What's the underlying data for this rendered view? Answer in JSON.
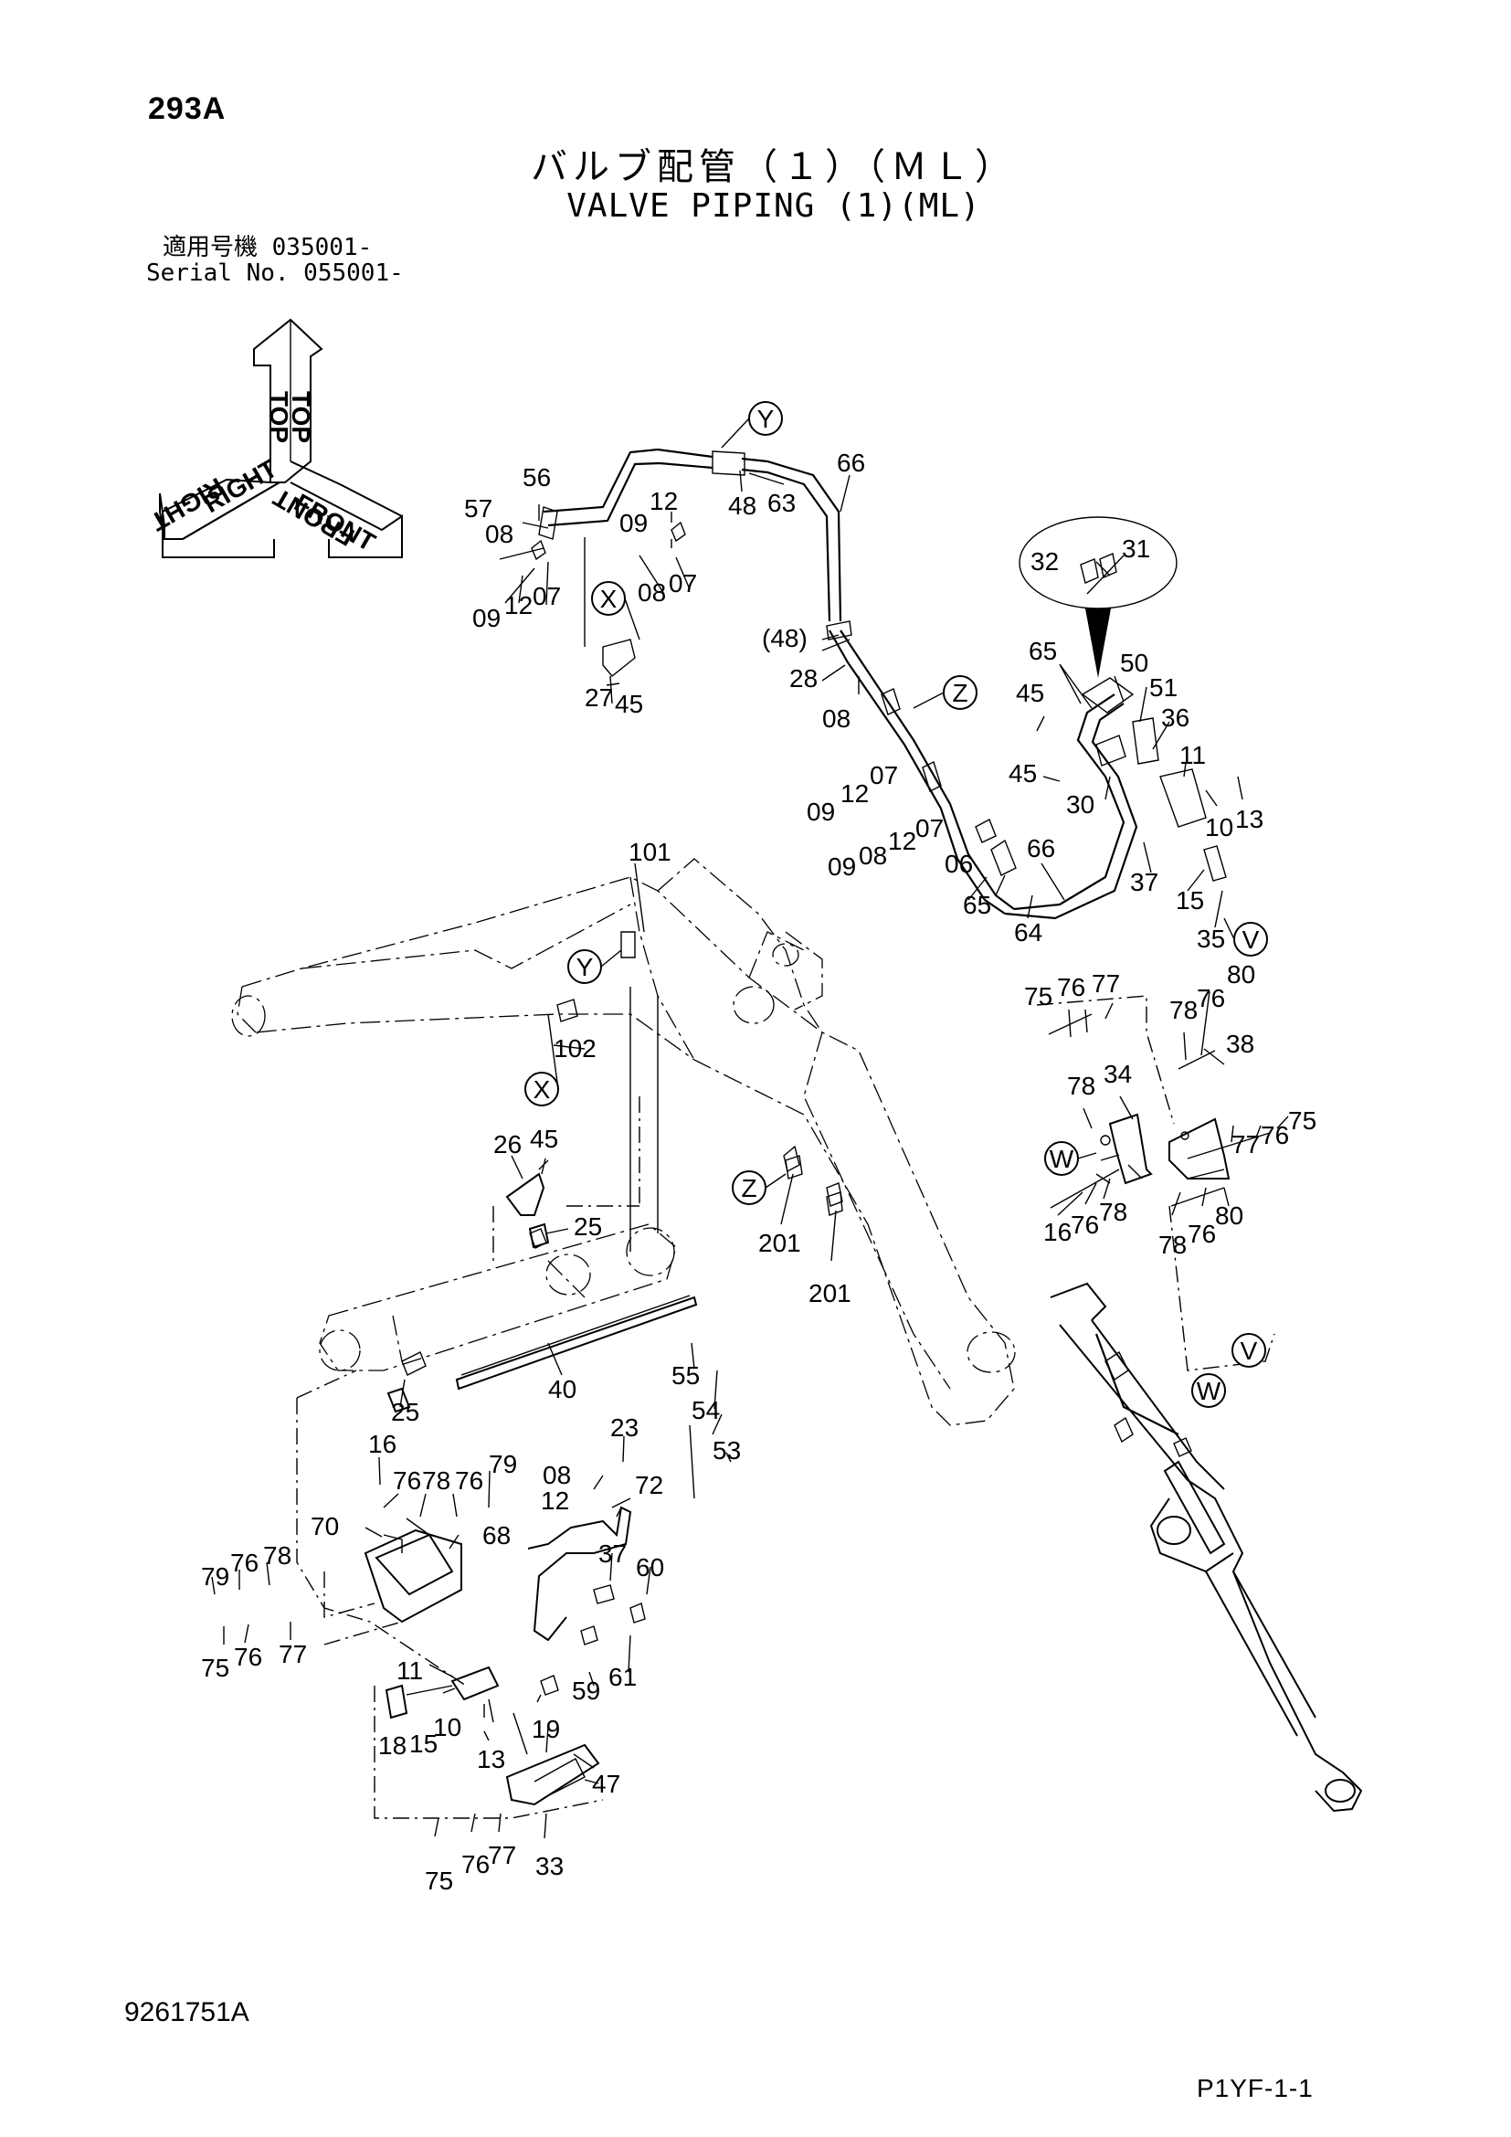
{
  "header": {
    "page_id": "293A",
    "title_jp": "バルブ配管（１）（ＭＬ）",
    "title_en": "VALVE PIPING (1)(ML)",
    "serial_line_1": "適用号機  035001-",
    "serial_line_2": "Serial No. 055001-"
  },
  "orientation": {
    "top_label": "TOP",
    "right_label": "RIGHT",
    "front_label": "FRONT"
  },
  "view_markers": {
    "y_top": "Y",
    "x_top": "X",
    "z_top": "Z",
    "v_top": "V",
    "w_mid": "W",
    "y_boom": "Y",
    "x_boom": "X",
    "z_boom": "Z",
    "v_arm": "V",
    "w_arm": "W"
  },
  "callouts": {
    "c56": "56",
    "c57": "57",
    "c08a": "08",
    "c09a": "09",
    "c12a": "12",
    "c07a": "07",
    "c09b": "09",
    "c12b": "12",
    "c08b": "08",
    "c07b": "07",
    "c27": "27",
    "c45a": "45",
    "c48": "48",
    "c63": "63",
    "c66a": "66",
    "c48p": "(48)",
    "c28": "28",
    "c32": "32",
    "c31": "31",
    "c65a": "65",
    "c50": "50",
    "c45b": "45",
    "c51": "51",
    "c36": "36",
    "c45c": "45",
    "c11a": "11",
    "c30": "30",
    "c10a": "10",
    "c13a": "13",
    "c08c": "08",
    "c09c": "09",
    "c12c": "12",
    "c07c": "07",
    "c09d": "09",
    "c08d": "08",
    "c12d": "12",
    "c07d": "07",
    "c06": "06",
    "c65b": "65",
    "c66b": "66",
    "c37a": "37",
    "c64": "64",
    "c15a": "15",
    "c35": "35",
    "c101": "101",
    "c102": "102",
    "c75a": "75",
    "c76a": "76",
    "c77a": "77",
    "c78a": "78",
    "c76b": "76",
    "c80a": "80",
    "c38": "38",
    "c78b": "78",
    "c34": "34",
    "c77b": "77",
    "c76c": "76",
    "c75b": "75",
    "c16a": "16",
    "c76d": "76",
    "c78c": "78",
    "c78d": "78",
    "c76e": "76",
    "c80b": "80",
    "c26": "26",
    "c45d": "45",
    "c25a": "25",
    "c201a": "201",
    "c201b": "201",
    "c25b": "25",
    "c40": "40",
    "c55": "55",
    "c54": "54",
    "c53": "53",
    "c16b": "16",
    "c76f": "76",
    "c78e": "78",
    "c76g": "76",
    "c79a": "79",
    "c70": "70",
    "c68": "68",
    "c79b": "79",
    "c76h": "76",
    "c78f": "78",
    "c75c": "75",
    "c76i": "76",
    "c77c": "77",
    "c23": "23",
    "c08e": "08",
    "c72": "72",
    "c12e": "12",
    "c37b": "37",
    "c60": "60",
    "c11b": "11",
    "c59": "59",
    "c61": "61",
    "c18": "18",
    "c15b": "15",
    "c10b": "10",
    "c19": "19",
    "c13b": "13",
    "c47": "47",
    "c75d": "75",
    "c76j": "76",
    "c77d": "77",
    "c33": "33"
  },
  "footer": {
    "drawing_number": "9261751A",
    "reference_code": "P1YF-1-1"
  }
}
